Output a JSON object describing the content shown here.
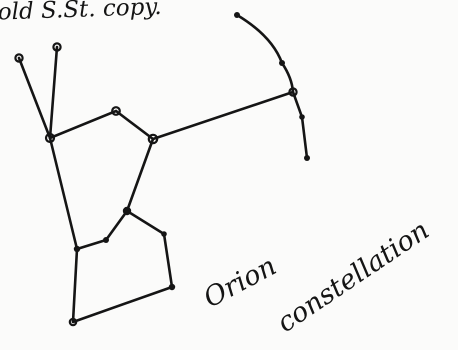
{
  "note": {
    "text": "old S.St. copy."
  },
  "title": {
    "line1": "Orion",
    "line2": "constellation"
  },
  "colors": {
    "ink": "#151515",
    "paper": "#fbfbfa"
  }
}
